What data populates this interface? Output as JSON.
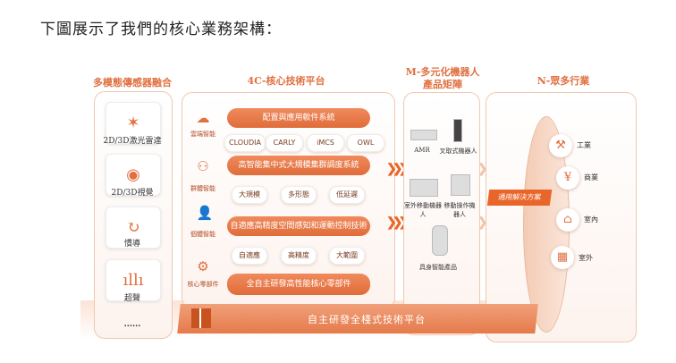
{
  "title": "下圖展示了我們的核心業務架構：",
  "sensors": {
    "header": "多模態傳感器融合",
    "items": [
      {
        "label": "2D/3D激光雷達",
        "icon": "lidar-icon"
      },
      {
        "label": "2D/3D視覺",
        "icon": "eye-icon"
      },
      {
        "label": "慣導",
        "icon": "inertial-icon"
      },
      {
        "label": "超聲",
        "icon": "ultrasonic-icon"
      }
    ],
    "more": "......"
  },
  "platform": {
    "header": "4C-核心技術平台",
    "rows": [
      {
        "side": "雲端智能",
        "bar": "配置與應用軟件系統",
        "pills": [
          "CLOUDIA",
          "CARLY",
          "iMCS",
          "OWL"
        ]
      },
      {
        "side": "群體智能",
        "bar": "高智能集中式大規模集群調度系統",
        "pills": [
          "大規模",
          "多形態",
          "低延遲"
        ]
      },
      {
        "side": "個體智能",
        "bar": "自適應高精度空間感知和運動控制技術",
        "pills": [
          "自適應",
          "高精度",
          "大範圍"
        ]
      },
      {
        "side": "核心零部件",
        "bar": "全自主研發高性能核心零部件",
        "pills": []
      }
    ]
  },
  "products": {
    "header_line1": "M-多元化機器人",
    "header_line2": "產品矩陣",
    "items": [
      "AMR",
      "叉取式機器人",
      "室外移動機器人",
      "移動操作機器人",
      "具身智能產品"
    ]
  },
  "industries": {
    "header": "N-眾多行業",
    "solution": "通用解決方案",
    "items": [
      "工業",
      "商業",
      "室內",
      "室外"
    ]
  },
  "bottom": {
    "label": "自主研發全棧式技術平台"
  },
  "colors": {
    "accent": "#e8662a",
    "header": "#e07040"
  }
}
